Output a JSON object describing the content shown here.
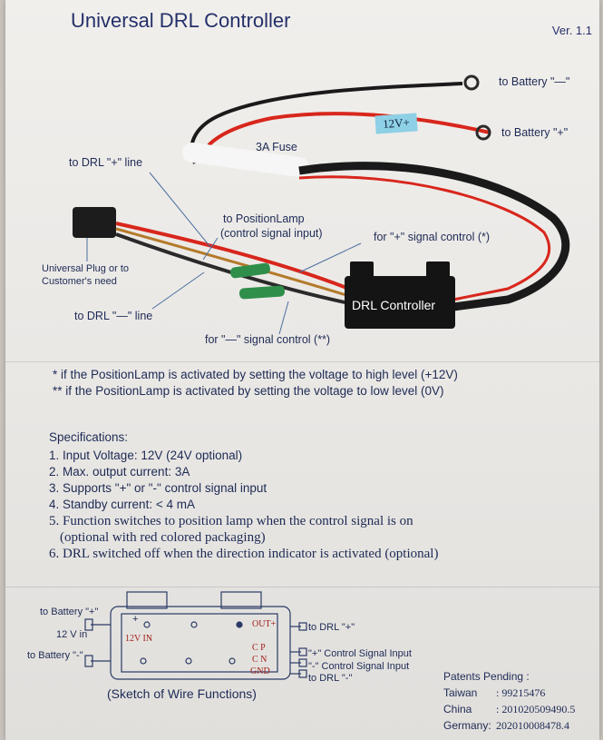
{
  "header": {
    "title": "Universal DRL Controller",
    "version": "Ver. 1.1"
  },
  "photo": {
    "to_battery_neg": "to Battery \"—\"",
    "to_battery_pos": "to Battery \"+\"",
    "fuse_tag": "12V+",
    "fuse": "3A Fuse",
    "to_drl_pos": "to DRL \"+\" line",
    "position_lamp": "to PositionLamp",
    "control_input": "(control signal input)",
    "pos_signal": "for \"+\" signal control (*)",
    "plug_line1": "Universal Plug or to",
    "plug_line2": "Customer's need",
    "to_drl_neg": "to DRL \"—\" line",
    "box_label": "DRL Controller",
    "neg_signal": "for \"—\" signal control (**)"
  },
  "notes": [
    "*  if the PositionLamp is activated by setting the voltage to high level (+12V)",
    "** if the PositionLamp is activated by setting the voltage to low  level (0V)"
  ],
  "specs": {
    "heading": "Specifications:",
    "items": [
      "1. Input Voltage: 12V (24V optional)",
      "2. Max. output current: 3A",
      "3. Supports \"+\" or \"-\" control signal input",
      "4. Standby current: < 4 mA",
      "5. Function switches to position lamp when the control signal is on",
      "(optional with red colored packaging)",
      "6. DRL switched off when the direction indicator is activated (optional)"
    ]
  },
  "sketch": {
    "bat_pos": "to Battery \"+\"",
    "v_in": "12 V in",
    "bat_neg": "to Battery \"-\"",
    "plus": "+",
    "v12in": "12V IN",
    "out": "OUT+",
    "cp": "C P",
    "cn": "C N",
    "gnd": "GND",
    "drl_pos": "to DRL \"+\"",
    "pos_ctrl": "\"+\" Control Signal Input",
    "neg_ctrl": "\"-\" Control Signal Input",
    "drl_neg": "to DRL \"-\"",
    "caption": "(Sketch of Wire Functions)"
  },
  "patents": {
    "heading": "Patents Pending :",
    "rows": [
      {
        "country": "Taiwan",
        "number": ":  99215476"
      },
      {
        "country": "China",
        "number": ":  201020509490.5"
      },
      {
        "country": "Germany:",
        "number": "202010008478.4"
      }
    ]
  },
  "colors": {
    "wire_red": "#d8261c",
    "wire_black": "#1a1a1a",
    "box": "#141414",
    "text": "#1d2a55"
  }
}
